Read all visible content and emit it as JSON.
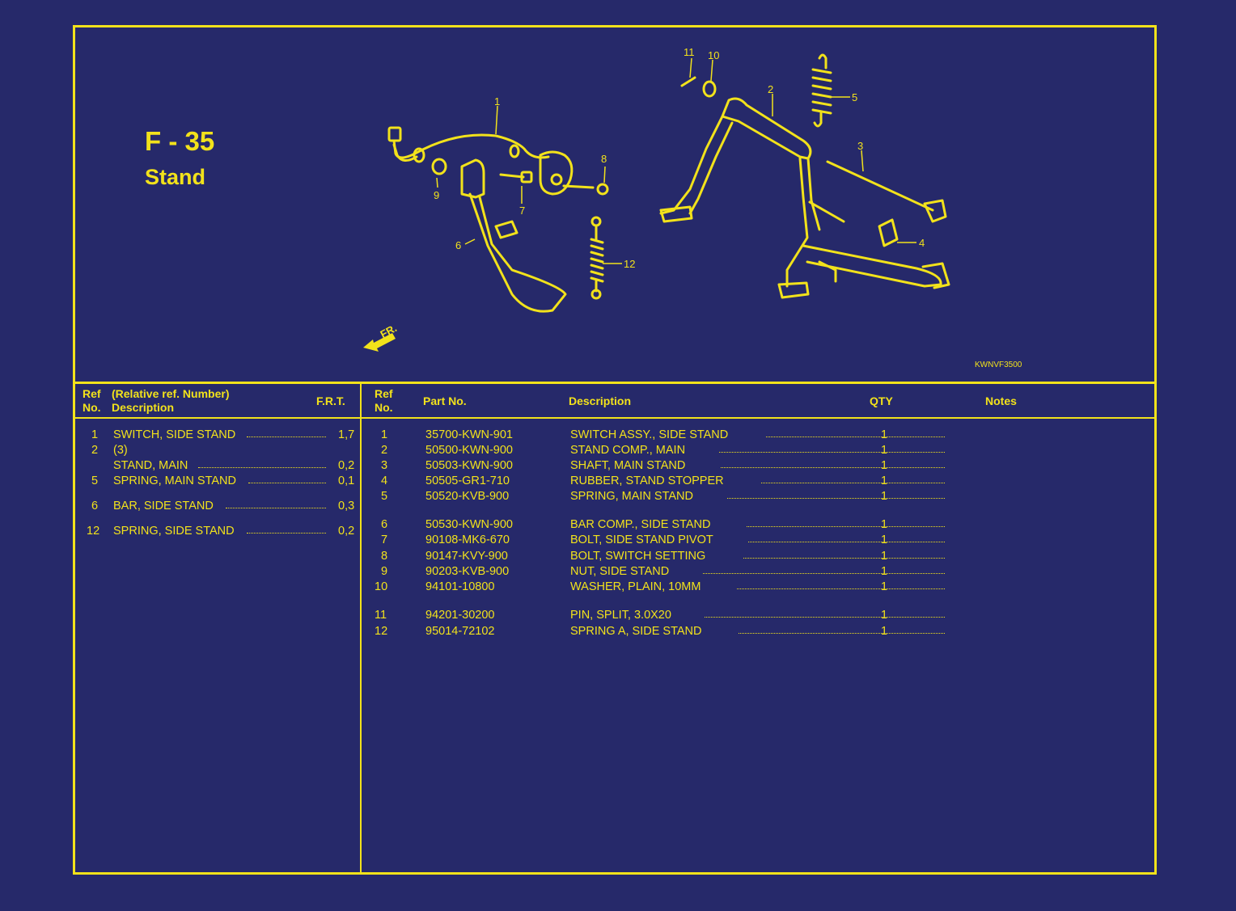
{
  "page": {
    "code": "F - 35",
    "title": "Stand",
    "drawing_code": "KWNVF3500",
    "front_label": "FR."
  },
  "callouts": [
    "1",
    "2",
    "3",
    "4",
    "5",
    "6",
    "7",
    "8",
    "9",
    "10",
    "11",
    "12"
  ],
  "left_table": {
    "headers": {
      "ref_line1": "Ref",
      "ref_line2": "No.",
      "desc_line1": "(Relative ref. Number)",
      "desc_line2": "Description",
      "frt": "F.R.T."
    },
    "rows": [
      {
        "ref": "1",
        "description": "SWITCH, SIDE STAND",
        "frt": "1,7"
      },
      {
        "ref": "2",
        "description": "(3)",
        "frt": ""
      },
      {
        "ref": "",
        "description": "STAND, MAIN",
        "frt": "0,2"
      },
      {
        "ref": "5",
        "description": "SPRING, MAIN STAND",
        "frt": "0,1"
      },
      {
        "ref": "6",
        "description": "BAR, SIDE STAND",
        "frt": "0,3"
      },
      {
        "ref": "12",
        "description": "SPRING, SIDE STAND",
        "frt": "0,2"
      }
    ]
  },
  "right_table": {
    "headers": {
      "ref_line1": "Ref",
      "ref_line2": "No.",
      "part_no": "Part No.",
      "description": "Description",
      "qty": "QTY",
      "notes": "Notes"
    },
    "rows": [
      {
        "ref": "1",
        "part_no": "35700-KWN-901",
        "description": "SWITCH ASSY., SIDE STAND",
        "qty": "1"
      },
      {
        "ref": "2",
        "part_no": "50500-KWN-900",
        "description": "STAND COMP., MAIN",
        "qty": "1"
      },
      {
        "ref": "3",
        "part_no": "50503-KWN-900",
        "description": "SHAFT, MAIN STAND",
        "qty": "1"
      },
      {
        "ref": "4",
        "part_no": "50505-GR1-710",
        "description": "RUBBER, STAND STOPPER",
        "qty": "1"
      },
      {
        "ref": "5",
        "part_no": "50520-KVB-900",
        "description": "SPRING, MAIN STAND",
        "qty": "1"
      },
      {
        "ref": "6",
        "part_no": "50530-KWN-900",
        "description": "BAR COMP., SIDE STAND",
        "qty": "1"
      },
      {
        "ref": "7",
        "part_no": "90108-MK6-670",
        "description": "BOLT, SIDE STAND PIVOT",
        "qty": "1"
      },
      {
        "ref": "8",
        "part_no": "90147-KVY-900",
        "description": "BOLT, SWITCH SETTING",
        "qty": "1"
      },
      {
        "ref": "9",
        "part_no": "90203-KVB-900",
        "description": "NUT, SIDE STAND",
        "qty": "1"
      },
      {
        "ref": "10",
        "part_no": "94101-10800",
        "description": "WASHER, PLAIN, 10MM",
        "qty": "1"
      },
      {
        "ref": "11",
        "part_no": "94201-30200",
        "description": "PIN, SPLIT, 3.0X20",
        "qty": "1"
      },
      {
        "ref": "12",
        "part_no": "95014-72102",
        "description": "SPRING A, SIDE STAND",
        "qty": "1"
      }
    ]
  },
  "colors": {
    "background": "#26296a",
    "ink": "#f2e21b"
  }
}
